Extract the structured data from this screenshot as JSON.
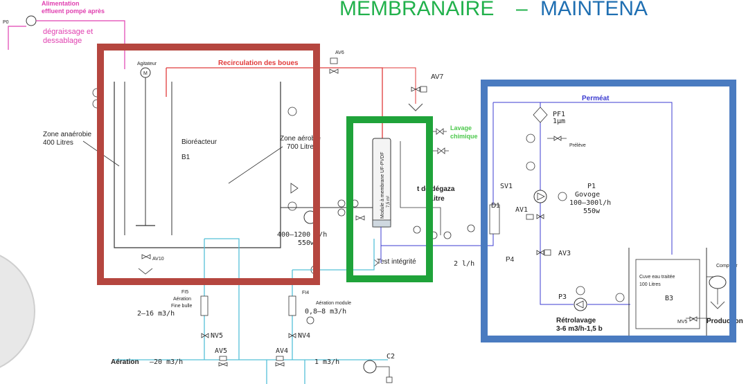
{
  "header": {
    "title_left": "MEMBRANAIRE",
    "title_sep": "–",
    "title_right": "MAINTENA"
  },
  "feed": {
    "pump": "P0",
    "line1": "Alimentation",
    "line2": "effluent pompé après",
    "line3": "dégraissage et",
    "line4": "dessablage"
  },
  "recirc": "Recirculation des boues",
  "bioreactor": {
    "agitator": "Agitateur",
    "motor": "M",
    "zone_anaerobic_1": "Zone anaérobie",
    "zone_anaerobic_2": "400 Litres",
    "name": "Bioréacteur",
    "code": "B1",
    "zone_aerobic_1": "Zone aérobie",
    "zone_aerobic_2": "700 Litres",
    "valve_bottom": "AV10"
  },
  "valves": {
    "av6": "AV6",
    "av7": "AV7",
    "av5": "AV5",
    "av4": "AV4",
    "av3": "AV3",
    "av1": "AV1",
    "nv5": "NV5",
    "nv4": "NV4",
    "sv1": "SV1",
    "mv5": "MV5"
  },
  "chemical": {
    "line1": "Lavage",
    "line2": "chimique"
  },
  "membrane": {
    "label": "Module à membrane UF-PVDF",
    "area": "7,5 m²",
    "test": "Test intégrité"
  },
  "mid": {
    "degaz_1": "t de dégaza",
    "degaz_2": "Litre",
    "flow_pump": "400–1200 l/h",
    "power": "550w",
    "flow_2": "2 l/h"
  },
  "aeration": {
    "fi5": "FI5",
    "fi5_1": "Aération",
    "fi5_2": "Fine bulle",
    "fi5_3": "2–16 m3/h",
    "fi4": "FI4",
    "fi4_1": "Aération module",
    "fi4_2": "0,8–8 m3/h",
    "main": "Aération",
    "main_flow": "–20 m3/h",
    "c2": "C2",
    "c2_flow": "1 m3/h"
  },
  "permeate": {
    "title": "Perméat",
    "pf1": "PF1",
    "pf1_size": "1μm",
    "sample": "Prélève",
    "p1": "P1",
    "p1_name": "Govoge",
    "p1_flow": "100–300l/h",
    "p1_power": "550w",
    "d1": "D1",
    "p4": "P4",
    "p3": "P3",
    "backwash_1": "Rétrolavage",
    "backwash_2": "3-6 m3/h-1,5 b",
    "tank_1": "Cuve eau traitée",
    "tank_2": "100 Litres",
    "tank_code": "B3",
    "counter": "Compteur",
    "production": "Production"
  },
  "boxes": {
    "red": "#b5463f",
    "green": "#1fa33a",
    "blue": "#4a7bc0"
  },
  "colors": {
    "pink": "#e040b0",
    "recirc": "#e03a3a",
    "permeate": "#3b3bd0",
    "air": "#55c0d8"
  }
}
